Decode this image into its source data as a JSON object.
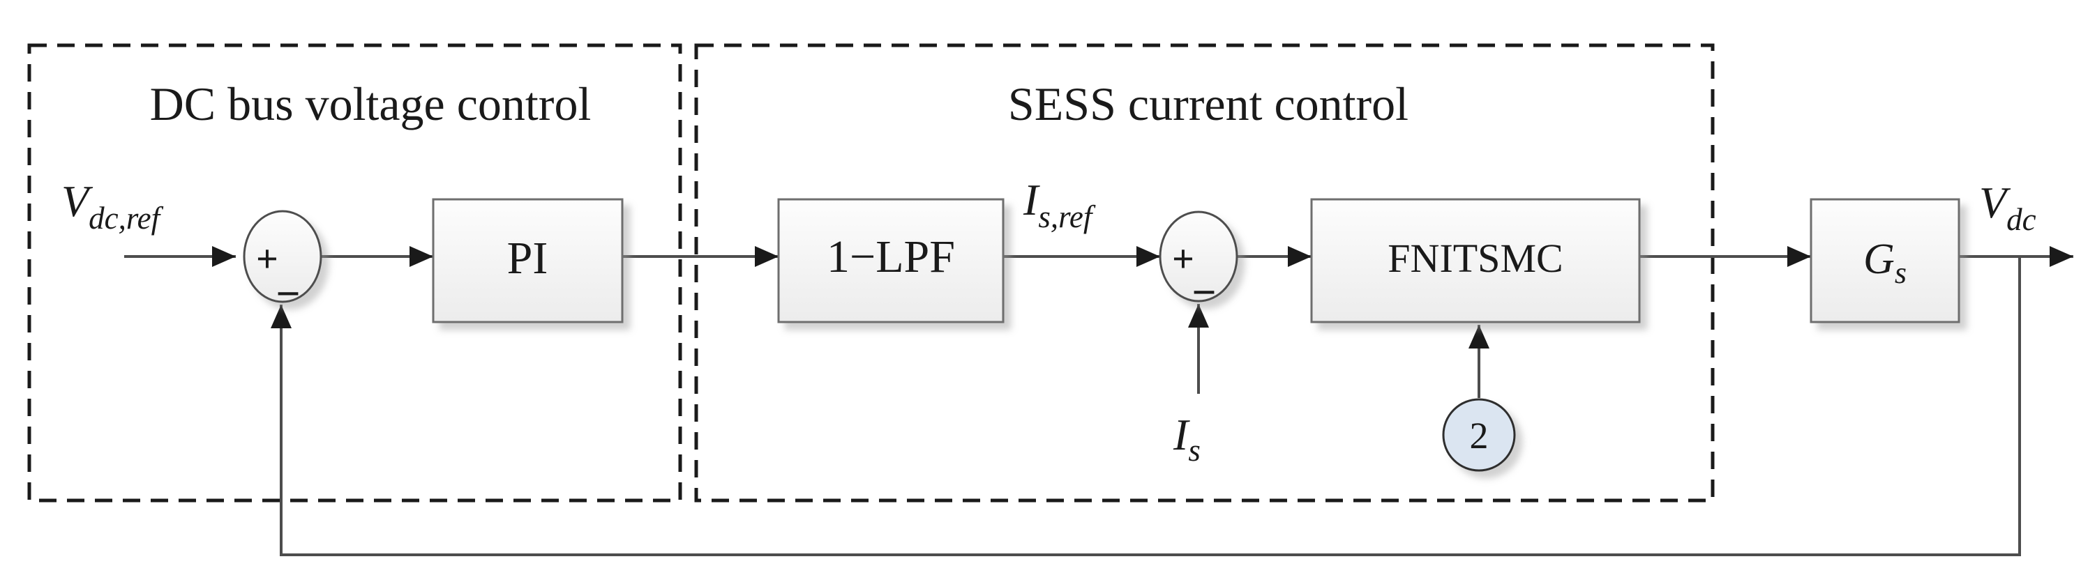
{
  "diagram": {
    "boxes": {
      "dc_bus": {
        "title": "DC bus voltage control"
      },
      "sess": {
        "title": "SESS current control"
      }
    },
    "blocks": {
      "pi": {
        "label": "PI"
      },
      "lpf": {
        "label": "1−LPF"
      },
      "fnitsmc": {
        "label": "FNITSMC"
      },
      "gs": {
        "main": "G",
        "sub": "s"
      }
    },
    "signals": {
      "vdc_ref": {
        "main": "V",
        "sub": "dc,ref"
      },
      "is_ref": {
        "main": "I",
        "sub": "s,ref"
      },
      "is": {
        "main": "I",
        "sub": "s"
      },
      "vdc": {
        "main": "V",
        "sub": "dc"
      }
    },
    "sum1": {
      "plus": "+",
      "minus": "−"
    },
    "sum2": {
      "plus": "+",
      "minus": "−"
    },
    "badge": {
      "label": "2"
    },
    "colors": {
      "badge_fill": "#dbe5f1",
      "wire": "#4d4d4d",
      "arrowhead": "#1a1a1a",
      "block_border": "#6e6e6e",
      "dashed_border": "#1a1a1a",
      "text": "#1a1a1a"
    }
  }
}
